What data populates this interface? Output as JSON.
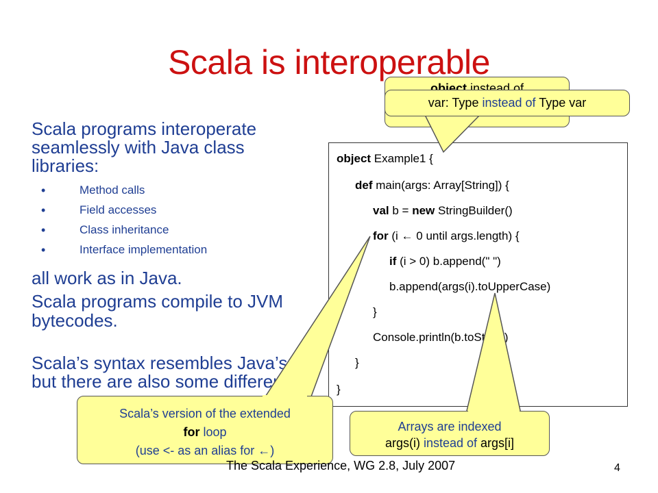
{
  "slide": {
    "title": "Scala is interoperable",
    "intro": "Scala programs interoperate seamlessly with Java class libraries:",
    "bullets": [
      "Method calls",
      "Field accesses",
      "Class inheritance",
      "Interface implementation"
    ],
    "line_java": "all work as in Java.",
    "line_compile": "Scala programs compile to JVM bytecodes.",
    "line_syntax": "Scala’s syntax resembles Java’s, but there are also some differences.",
    "footer": "The Scala Experience, WG 2.8, July 2007",
    "page_number": "4"
  },
  "code": {
    "l1_kw": "object",
    "l1_rest": " Example1 {",
    "l2_kw": "def",
    "l2_rest": " main(args: Array[String]) {",
    "l3_kw": "val",
    "l3_mid": " b = ",
    "l3_kw2": "new",
    "l3_rest": " StringBuilder()",
    "l4_kw": "for",
    "l4_rest": " (i ← 0 until args.length) {",
    "l5_kw": "if",
    "l5_rest": " (i > 0) b.append(\" \")",
    "l6": "b.append(args(i).toUpperCase)",
    "l7": "}",
    "l8": "Console.println(b.toString)",
    "l9": "}",
    "l10": "}"
  },
  "callouts": {
    "back_part1": "object",
    "back_part2": " instead of",
    "front_var": "var: Type",
    "front_instead": " instead of ",
    "front_typevar": "Type var",
    "for_line1": "Scala’s version of the extended",
    "for_kw": "for",
    "for_loop": " loop",
    "for_line3": "(use <- as an alias for ←)",
    "arr_line1": "Arrays are indexed",
    "arr_a": "args(i)",
    "arr_instead": " instead of ",
    "arr_b": "args[i]"
  },
  "colors": {
    "title": "#cc1111",
    "body_text": "#1f3e93",
    "callout_fill": "#ffff99"
  }
}
